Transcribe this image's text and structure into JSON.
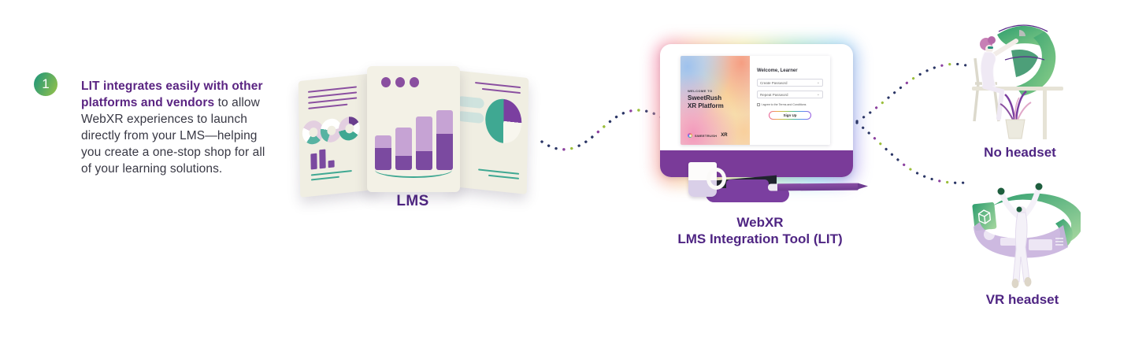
{
  "colors": {
    "heading_purple": "#4F2583",
    "body_text": "#383844",
    "monitor_purple": "#7A3B99",
    "teal": "#3FA892",
    "dot_navy": "#2B3666",
    "dot_purple": "#8A3F9E",
    "dot_green": "#9BBF3B",
    "badge_green_start": "#2E9C74",
    "badge_green_end": "#93C04B"
  },
  "step": {
    "number": "1",
    "text_bold": "LIT integrates easily with other platforms and vendors",
    "text_rest": " to allow WebXR experiences to launch directly from your LMS—helping you create a one-stop shop for all of your learning solutions."
  },
  "lms": {
    "label": "LMS"
  },
  "monitor": {
    "welcome_small": "WELCOME TO",
    "platform_line1": "SweetRush",
    "platform_line2": "XR Platform",
    "brand": "SWEETRUSH",
    "brand_xr": "XR",
    "form": {
      "heading": "Welcome, Learner",
      "field1": "Create Password",
      "field2": "Repeat Password",
      "chevron": "⌄",
      "terms": "I agree to the Terms and Conditions",
      "button": "Sign Up"
    },
    "label_line1": "WebXR",
    "label_line2": "LMS Integration Tool (LIT)"
  },
  "outcomes": {
    "no_headset": "No headset",
    "vr_headset": "VR headset"
  }
}
